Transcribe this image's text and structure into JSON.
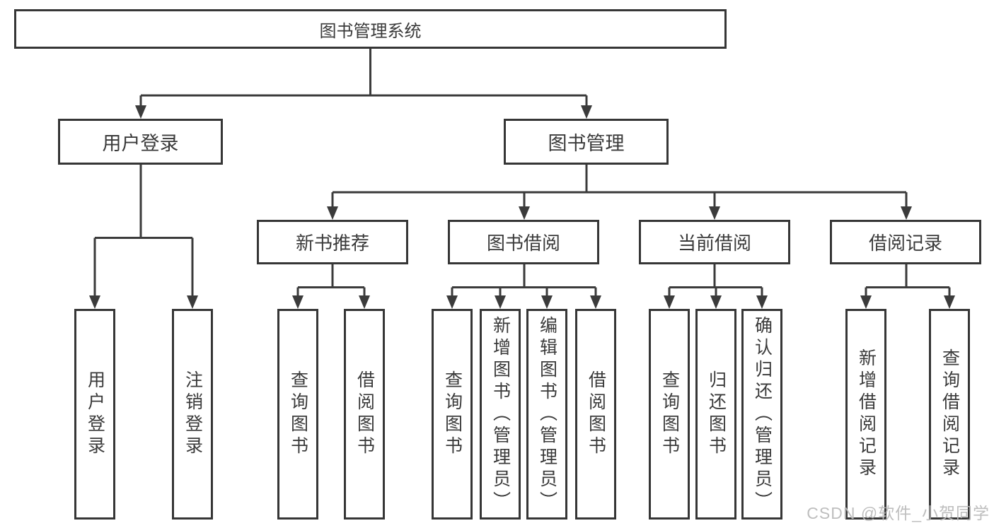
{
  "diagram": {
    "type": "tree",
    "colors": {
      "line": "#3b3b3b",
      "box_border": "#363636",
      "box_fill": "#ffffff",
      "text": "#3a3a3a",
      "watermark": "#bababa"
    },
    "tree": {
      "label": "图书管理系统",
      "children": [
        {
          "label": "用户登录",
          "children": [
            {
              "label": "用户登录"
            },
            {
              "label": "注销登录"
            }
          ]
        },
        {
          "label": "图书管理",
          "children": [
            {
              "label": "新书推荐",
              "children": [
                {
                  "label": "查询图书"
                },
                {
                  "label": "借阅图书"
                }
              ]
            },
            {
              "label": "图书借阅",
              "children": [
                {
                  "label": "查询图书"
                },
                {
                  "label": "新增图书（管理员）"
                },
                {
                  "label": "编辑图书（管理员）"
                },
                {
                  "label": "借阅图书"
                }
              ]
            },
            {
              "label": "当前借阅",
              "children": [
                {
                  "label": "查询图书"
                },
                {
                  "label": "归还图书"
                },
                {
                  "label": "确认归还（管理员）"
                }
              ]
            },
            {
              "label": "借阅记录",
              "children": [
                {
                  "label": "新增借阅记录"
                },
                {
                  "label": "查询借阅记录"
                }
              ]
            }
          ]
        }
      ]
    },
    "watermark": {
      "text": "CSDN @软件_小贺同学"
    }
  }
}
